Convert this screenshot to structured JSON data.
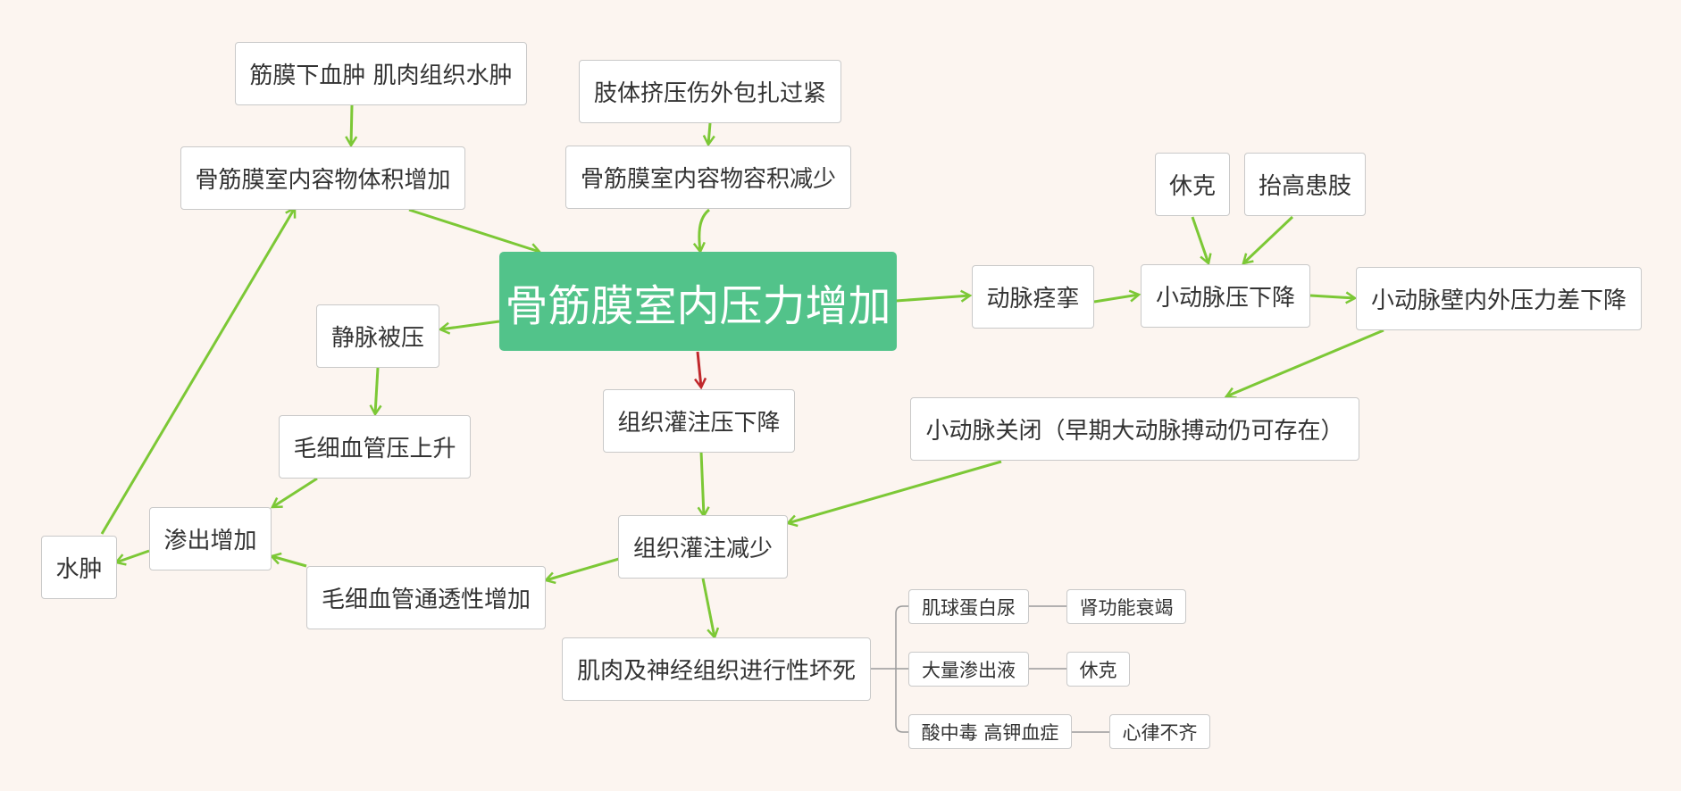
{
  "colors": {
    "background": "#fcf5f0",
    "root": "#52c38a",
    "arrow": "#7cc836",
    "arrow_red": "#c0282c",
    "connector": "#9a9a9a"
  },
  "root": {
    "text": "骨筋膜室内压力增加"
  },
  "nodes": {
    "n1": "筋膜下血肿 肌肉组织水肿",
    "n2": "肢体挤压伤外包扎过紧",
    "n3": "骨筋膜室内容物体积增加",
    "n4": "骨筋膜室内容物容积减少",
    "n5": "休克",
    "n6": "抬高患肢",
    "n7": "动脉痉挛",
    "n8": "小动脉压下降",
    "n9": "小动脉壁内外压力差下降",
    "n10": "静脉被压",
    "n11": "组织灌注压下降",
    "n12": "小动脉关闭（早期大动脉搏动仍可存在）",
    "n13": "毛细血管压上升",
    "n14": "渗出增加",
    "n15": "水肿",
    "n16": "组织灌注减少",
    "n17": "毛细血管通透性增加",
    "n18": "肌肉及神经组织进行性坏死"
  },
  "outcomes": {
    "o1": "肌球蛋白尿",
    "o2": "肾功能衰竭",
    "o3": "大量渗出液",
    "o4": "休克",
    "o5": "酸中毒 高钾血症",
    "o6": "心律不齐"
  }
}
